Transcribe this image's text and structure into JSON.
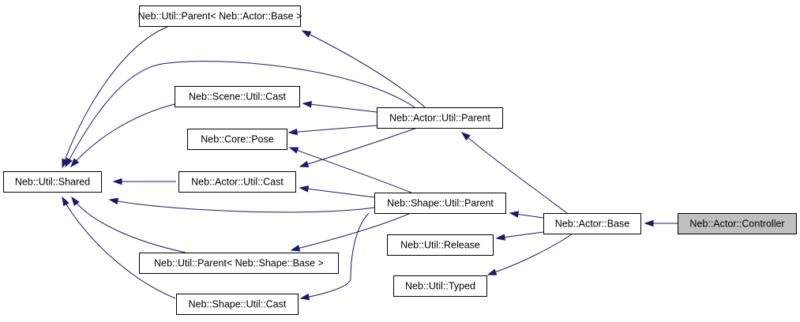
{
  "diagram": {
    "colors": {
      "edge": "#191970",
      "highlight_fill": "#bfbfbf",
      "node_fill": "#ffffff",
      "border": "#000000"
    },
    "nodes": [
      {
        "id": "shared",
        "label": "Neb::Util::Shared"
      },
      {
        "id": "parent_actor_base",
        "label": "Neb::Util::Parent< Neb::Actor::Base >"
      },
      {
        "id": "scene_cast",
        "label": "Neb::Scene::Util::Cast"
      },
      {
        "id": "core_pose",
        "label": "Neb::Core::Pose"
      },
      {
        "id": "actor_cast",
        "label": "Neb::Actor::Util::Cast"
      },
      {
        "id": "parent_shape_base",
        "label": "Neb::Util::Parent< Neb::Shape::Base >"
      },
      {
        "id": "shape_cast",
        "label": "Neb::Shape::Util::Cast"
      },
      {
        "id": "actor_parent",
        "label": "Neb::Actor::Util::Parent"
      },
      {
        "id": "shape_parent",
        "label": "Neb::Shape::Util::Parent"
      },
      {
        "id": "release",
        "label": "Neb::Util::Release"
      },
      {
        "id": "typed",
        "label": "Neb::Util::Typed"
      },
      {
        "id": "actor_base",
        "label": "Neb::Actor::Base"
      },
      {
        "id": "controller",
        "label": "Neb::Actor::Controller",
        "highlighted": true
      }
    ],
    "edges": [
      {
        "from": "parent_actor_base",
        "to": "shared"
      },
      {
        "from": "scene_cast",
        "to": "shared"
      },
      {
        "from": "actor_cast",
        "to": "shared"
      },
      {
        "from": "parent_shape_base",
        "to": "shared"
      },
      {
        "from": "shape_cast",
        "to": "shared"
      },
      {
        "from": "actor_parent",
        "to": "shared"
      },
      {
        "from": "shape_parent",
        "to": "shared"
      },
      {
        "from": "actor_parent",
        "to": "parent_actor_base"
      },
      {
        "from": "actor_parent",
        "to": "scene_cast"
      },
      {
        "from": "actor_parent",
        "to": "core_pose"
      },
      {
        "from": "actor_parent",
        "to": "actor_cast"
      },
      {
        "from": "shape_parent",
        "to": "core_pose"
      },
      {
        "from": "shape_parent",
        "to": "actor_cast"
      },
      {
        "from": "shape_parent",
        "to": "parent_shape_base"
      },
      {
        "from": "shape_parent",
        "to": "shape_cast"
      },
      {
        "from": "actor_base",
        "to": "actor_parent"
      },
      {
        "from": "actor_base",
        "to": "shape_parent"
      },
      {
        "from": "actor_base",
        "to": "release"
      },
      {
        "from": "actor_base",
        "to": "typed"
      },
      {
        "from": "controller",
        "to": "actor_base"
      }
    ]
  }
}
